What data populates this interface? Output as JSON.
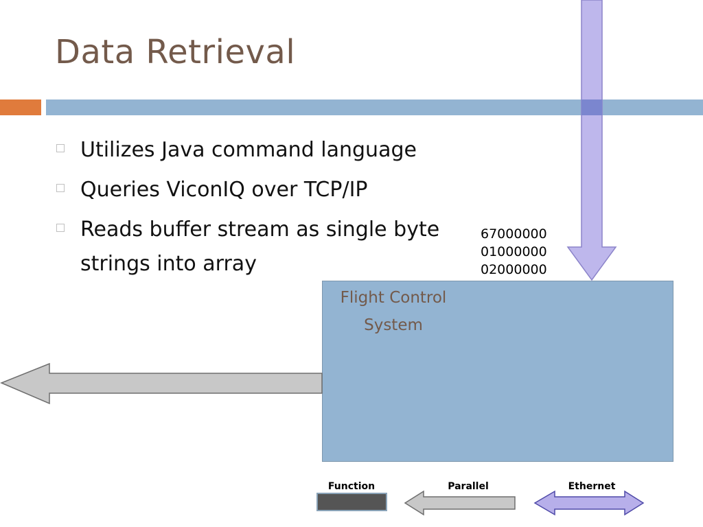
{
  "slide": {
    "title": "Data Retrieval",
    "bullets": [
      "Utilizes Java command language",
      "Queries ViconIQ over TCP/IP",
      "Reads buffer stream as single byte strings into array"
    ],
    "byte_strings": [
      "67000000",
      "01000000",
      "02000000"
    ],
    "block_label_line1": "Flight Control",
    "block_label_line2": "System"
  },
  "legend": {
    "function_label": "Function",
    "parallel_label": "Parallel",
    "ethernet_label": "Ethernet"
  },
  "colors": {
    "title": "#735a4b",
    "accent_orange": "#e07b3c",
    "accent_blue": "#93b4d2",
    "ethernet_arrow": "#b7afea",
    "parallel_arrow": "#c8c8c8",
    "function_swatch": "#555555"
  }
}
